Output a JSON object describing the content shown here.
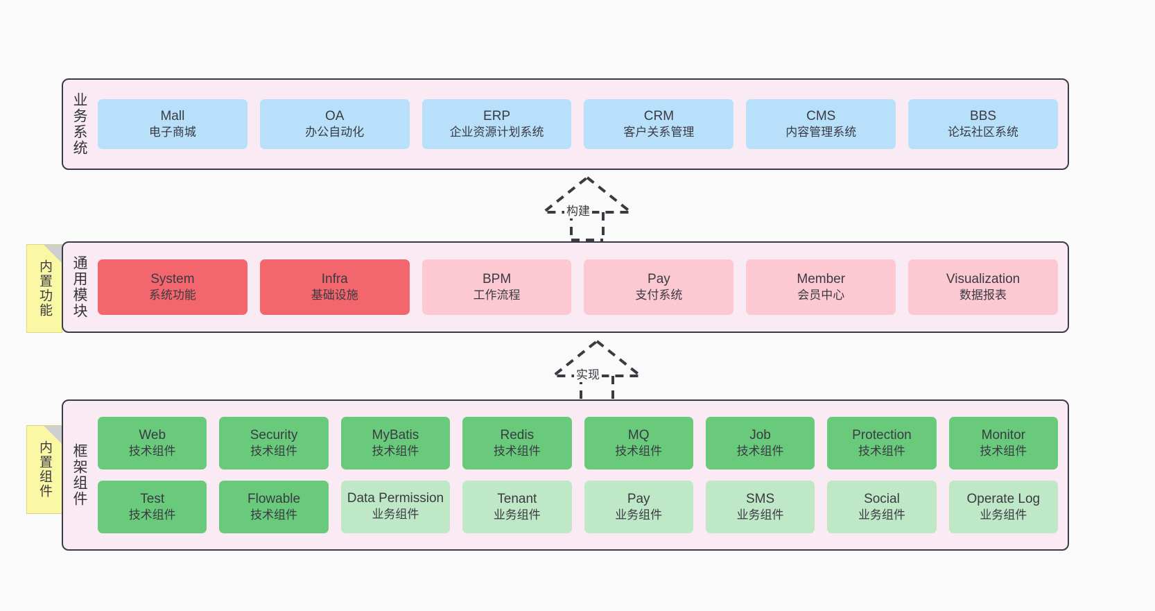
{
  "diagram": {
    "title": "",
    "colors": {
      "panel_bg": "#f9eaf4",
      "panel_border": "#3b3b45",
      "blue": "#b9e0fb",
      "red": "#f4666e",
      "pink": "#fcc9d2",
      "green": "#69ca7c",
      "light_green": "#bfe8c6",
      "note_yellow": "#fbf8a5",
      "note_fold": "#cfcfcf",
      "canvas_bg": "#fafafa"
    }
  },
  "layers": {
    "business": {
      "title": "业务系统",
      "cards": [
        {
          "en": "Mall",
          "cn": "电子商城",
          "color": "blue"
        },
        {
          "en": "OA",
          "cn": "办公自动化",
          "color": "blue"
        },
        {
          "en": "ERP",
          "cn": "企业资源计划系统",
          "color": "blue"
        },
        {
          "en": "CRM",
          "cn": "客户关系管理",
          "color": "blue"
        },
        {
          "en": "CMS",
          "cn": "内容管理系统",
          "color": "blue"
        },
        {
          "en": "BBS",
          "cn": "论坛社区系统",
          "color": "blue"
        }
      ]
    },
    "common": {
      "title": "通用模块",
      "note": "内置功能",
      "cards": [
        {
          "en": "System",
          "cn": "系统功能",
          "color": "red"
        },
        {
          "en": "Infra",
          "cn": "基础设施",
          "color": "red"
        },
        {
          "en": "BPM",
          "cn": "工作流程",
          "color": "pink"
        },
        {
          "en": "Pay",
          "cn": "支付系统",
          "color": "pink"
        },
        {
          "en": "Member",
          "cn": "会员中心",
          "color": "pink"
        },
        {
          "en": "Visualization",
          "cn": "数据报表",
          "color": "pink"
        }
      ]
    },
    "framework": {
      "title": "框架组件",
      "note": "内置组件",
      "row1": [
        {
          "en": "Web",
          "cn": "技术组件",
          "color": "green"
        },
        {
          "en": "Security",
          "cn": "技术组件",
          "color": "green"
        },
        {
          "en": "MyBatis",
          "cn": "技术组件",
          "color": "green"
        },
        {
          "en": "Redis",
          "cn": "技术组件",
          "color": "green"
        },
        {
          "en": "MQ",
          "cn": "技术组件",
          "color": "green"
        },
        {
          "en": "Job",
          "cn": "技术组件",
          "color": "green"
        },
        {
          "en": "Protection",
          "cn": "技术组件",
          "color": "green"
        },
        {
          "en": "Monitor",
          "cn": "技术组件",
          "color": "green"
        }
      ],
      "row2": [
        {
          "en": "Test",
          "cn": "技术组件",
          "color": "green"
        },
        {
          "en": "Flowable",
          "cn": "技术组件",
          "color": "green"
        },
        {
          "en": "Data Permission",
          "cn": "业务组件",
          "color": "light_green"
        },
        {
          "en": "Tenant",
          "cn": "业务组件",
          "color": "light_green"
        },
        {
          "en": "Pay",
          "cn": "业务组件",
          "color": "light_green"
        },
        {
          "en": "SMS",
          "cn": "业务组件",
          "color": "light_green"
        },
        {
          "en": "Social",
          "cn": "业务组件",
          "color": "light_green"
        },
        {
          "en": "Operate Log",
          "cn": "业务组件",
          "color": "light_green"
        }
      ]
    }
  },
  "connectors": {
    "build": {
      "label": "构建",
      "style": "dashed-generalization"
    },
    "implement": {
      "label": "实现",
      "style": "dashed-generalization"
    }
  }
}
